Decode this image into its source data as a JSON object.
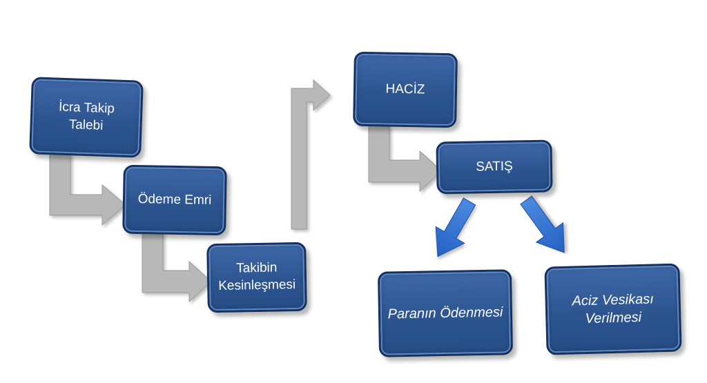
{
  "diagram": {
    "nodes": [
      {
        "id": "icra-takip-talebi",
        "label": "İcra Takip\nTalebi"
      },
      {
        "id": "odeme-emri",
        "label": "Ödeme Emri"
      },
      {
        "id": "takibin-kesinlesmesi",
        "label": "Takibin\nKesinleşmesi"
      },
      {
        "id": "haciz",
        "label": "HACİZ"
      },
      {
        "id": "satis",
        "label": "SATIŞ"
      },
      {
        "id": "paranin-odenmesi",
        "label": "Paranın Ödenmesi"
      },
      {
        "id": "aciz-vesikasi-verilmesi",
        "label": "Aciz Vesikası\nVerilmesi"
      }
    ],
    "edges": [
      {
        "from": "icra-takip-talebi",
        "to": "odeme-emri"
      },
      {
        "from": "odeme-emri",
        "to": "takibin-kesinlesmesi"
      },
      {
        "from": "takibin-kesinlesmesi",
        "to": "haciz"
      },
      {
        "from": "haciz",
        "to": "satis"
      },
      {
        "from": "satis",
        "to": "paranin-odenmesi"
      },
      {
        "from": "satis",
        "to": "aciz-vesikasi-verilmesi"
      }
    ],
    "colors": {
      "box_fill": "#2c5590",
      "box_border": "#16315c",
      "box_text": "#ffffff",
      "connector_arrow": "#b3b3b3",
      "branch_arrow": "#2f6fcf"
    }
  }
}
